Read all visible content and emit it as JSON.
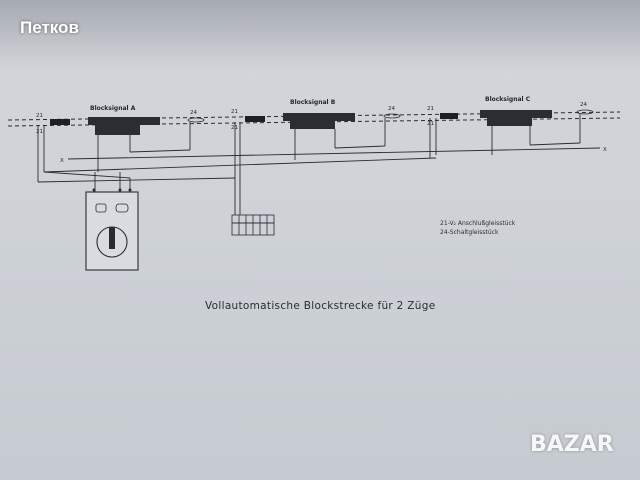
{
  "watermark": {
    "name": "Петков",
    "logo": "BAZAR"
  },
  "diagram": {
    "signals": [
      "Blocksignal A",
      "Blocksignal B",
      "Blocksignal C"
    ],
    "track_labels": [
      "21",
      "21",
      "24",
      "21",
      "21",
      "24",
      "21",
      "21",
      "24"
    ],
    "wire_labels": [
      "X",
      "X"
    ],
    "legend": [
      "21-V₂ Anschlußgleisstück",
      "24-Schaltgleisstück"
    ],
    "caption": "Vollautomatische Blockstrecke für 2 Züge"
  }
}
